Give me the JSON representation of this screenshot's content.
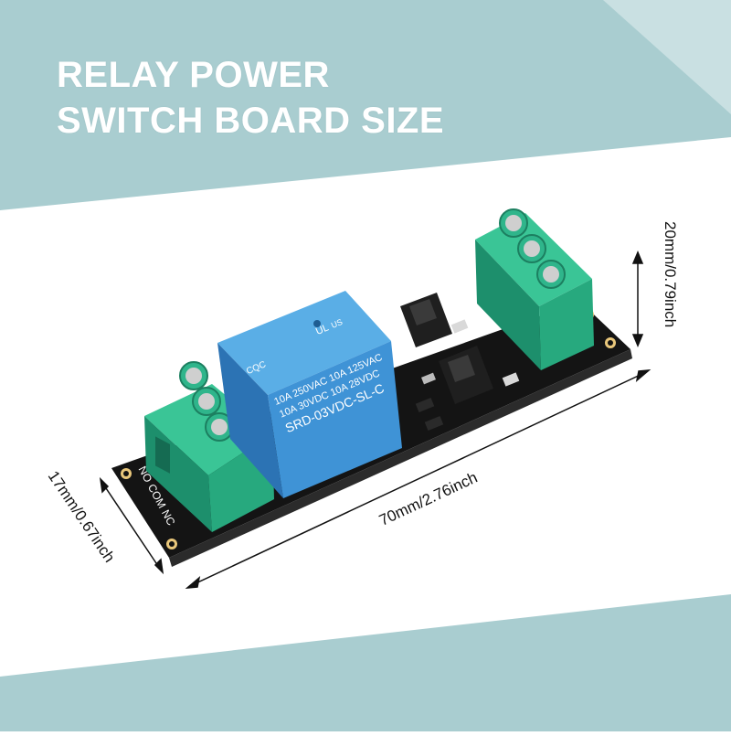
{
  "title": {
    "line1": "RELAY POWER",
    "line2": "SWITCH BOARD SIZE"
  },
  "dimensions": {
    "length": "70mm/2.76inch",
    "width": "17mm/0.67inch",
    "height": "20mm/0.79inch"
  },
  "relay": {
    "line1": "10A 250VAC  10A 125VAC",
    "line2": "10A  30VDC  10A  28VDC",
    "model": "SRD-03VDC-SL-C",
    "cert_marks": [
      "CQC",
      "UL",
      "US"
    ]
  },
  "terminal_labels": [
    "NO",
    "COM",
    "NC"
  ],
  "colors": {
    "background_band": "#a9cdd0",
    "title_text": "#ffffff",
    "relay_body": "#3f93d6",
    "terminal_green": "#2fb58b",
    "pcb": "#141414"
  }
}
